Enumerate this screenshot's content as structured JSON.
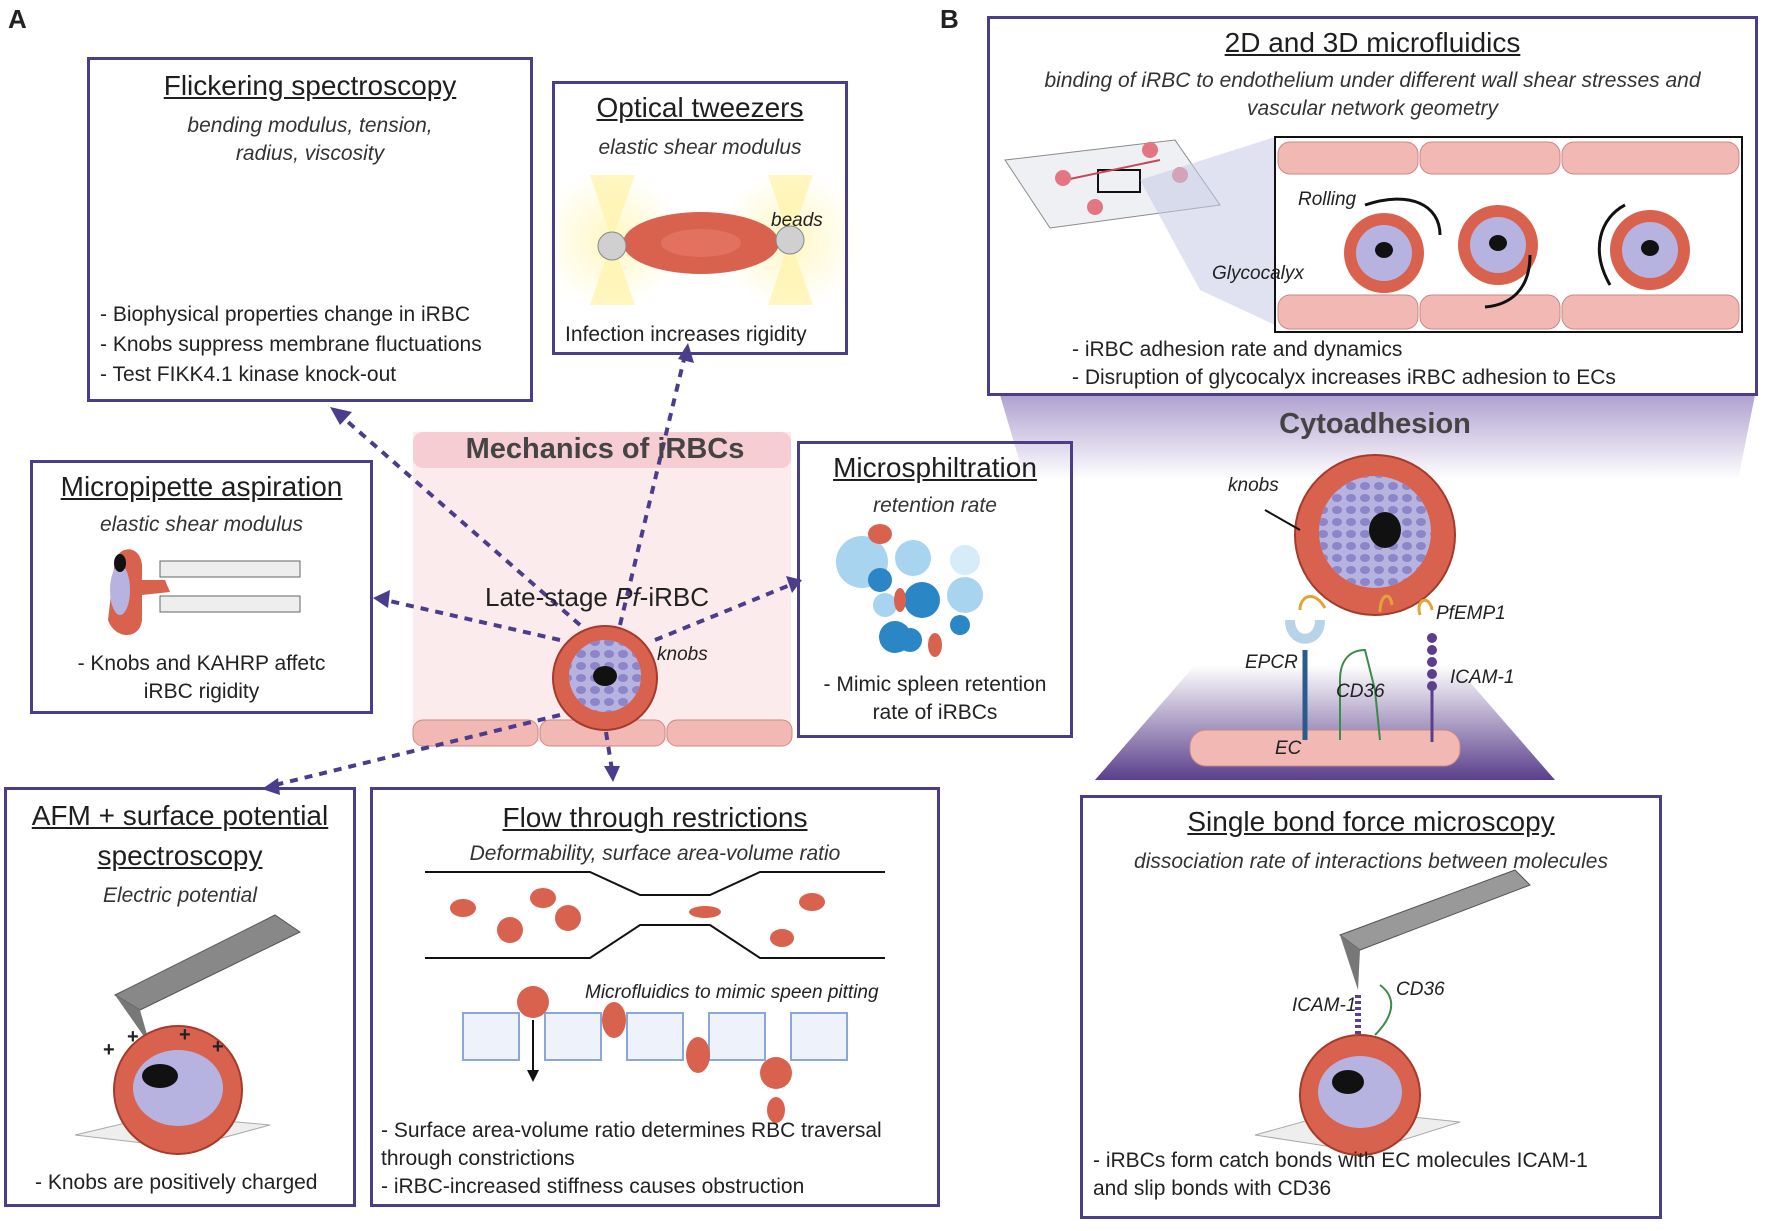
{
  "panels": {
    "a": "A",
    "b": "B"
  },
  "center": {
    "title": "Mechanics of iRBCs",
    "cell_prefix": "Late-stage ",
    "cell_italic": "Pf",
    "cell_suffix": "-iRBC",
    "knobs": "knobs"
  },
  "flicker": {
    "title": "Flickering spectroscopy",
    "sub1": "bending modulus, tension,",
    "sub2": "radius, viscosity",
    "bullets": [
      "- Biophysical properties change in iRBC",
      "- Knobs suppress membrane fluctuations",
      "- Test FIKK4.1 kinase knock-out"
    ]
  },
  "tweezers": {
    "title": "Optical tweezers",
    "sub": "elastic shear modulus",
    "beads": "beads",
    "bullet": "Infection increases rigidity"
  },
  "pipette": {
    "title": "Micropipette aspiration",
    "sub": "elastic shear modulus",
    "bullet1": "- Knobs and KAHRP affetc",
    "bullet2": "iRBC rigidity"
  },
  "microsph": {
    "title": "Microsphiltration",
    "sub": "retention rate",
    "bullet1": "- Mimic spleen retention",
    "bullet2": "rate of iRBCs"
  },
  "afm": {
    "title1": "AFM + surface potential",
    "title2": "spectroscopy",
    "sub": "Electric potential",
    "bullet": "- Knobs are positively charged",
    "plus": "+"
  },
  "flow": {
    "title": "Flow through restrictions",
    "sub": "Deformability, surface area-volume ratio",
    "micro": "Microfluidics to mimic speen pitting",
    "bullet1": "- Surface area-volume ratio determines RBC traversal",
    "bullet2": "through constrictions",
    "bullet3": "- iRBC-increased stiffness causes obstruction"
  },
  "microfluidics": {
    "title": "2D and 3D microfluidics",
    "sub1": "binding of iRBC to endothelium under different wall shear stresses and",
    "sub2": "vascular network geometry",
    "rolling": "Rolling",
    "glyco": "Glycocalyx",
    "bullet1": "- iRBC adhesion rate and dynamics",
    "bullet2": "- Disruption of glycocalyx increases iRBC adhesion to ECs"
  },
  "cyto": {
    "title": "Cytoadhesion",
    "knobs": "knobs",
    "pfemp1": "PfEMP1",
    "epcr": "EPCR",
    "cd36": "CD36",
    "icam": "ICAM-1",
    "ec": "EC"
  },
  "bond": {
    "title": "Single bond force microscopy",
    "sub": "dissociation rate of interactions between molecules",
    "icam": "ICAM-1",
    "cd36": "CD36",
    "bullet1": "- iRBCs form catch bonds with EC molecules ICAM-1",
    "bullet2": "and slip bonds with CD36"
  },
  "colors": {
    "frame": "#4b3c8c",
    "cell": "#d9624f",
    "nucleus_bg": "#b7b3e0",
    "arrow": "#4b3c8c"
  }
}
